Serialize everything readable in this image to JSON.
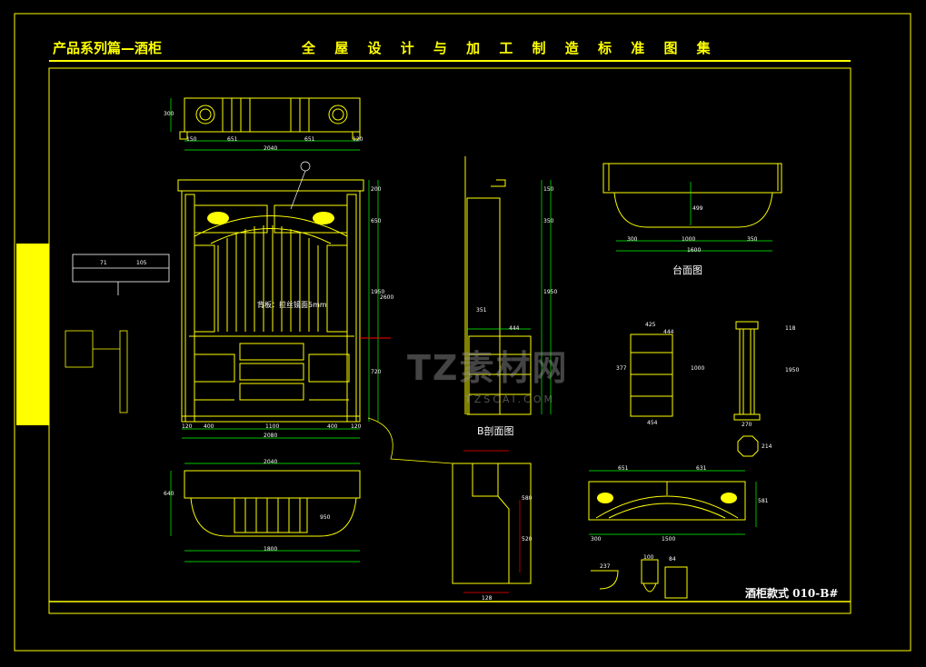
{
  "header": {
    "left_title": "产品系列篇—酒柜",
    "center_title": "全 屋 设 计 与 加 工 制 造 标 准 图 集"
  },
  "sheet": {
    "model_label": "酒柜款式  010-B#",
    "plan_caption": "台面图",
    "section_caption": "B剖面图",
    "note": "背板：拉丝镜面5mm"
  },
  "watermark": {
    "brand": "TZ素材网",
    "url": "TZSCAI.COM"
  },
  "dimensions": {
    "top_plan": [
      "150",
      "2040",
      "651",
      "651",
      "120",
      "300"
    ],
    "front_width": [
      "120",
      "400",
      "1100",
      "400",
      "120",
      "2080"
    ],
    "front_height": [
      "200",
      "650",
      "1950",
      "720",
      "2600"
    ],
    "inset": [
      "71",
      "105"
    ],
    "section_b": [
      "150",
      "350",
      "1950",
      "351",
      "444"
    ],
    "counter": [
      "300",
      "1000",
      "350",
      "1600",
      "499"
    ],
    "side_unit": [
      "425",
      "444",
      "377",
      "1000",
      "454"
    ],
    "column": [
      "118",
      "1950",
      "270",
      "214"
    ],
    "lower_plan": [
      "2040",
      "1800",
      "640",
      "950"
    ],
    "detail": [
      "128",
      "580",
      "520"
    ],
    "arch": [
      "651",
      "631",
      "1500",
      "581",
      "300"
    ],
    "bracket": [
      "100",
      "237",
      "84"
    ]
  },
  "colors": {
    "frame": "#ffff00",
    "drawing": "#ffff00",
    "dims": "#00ff00",
    "accent": "#ff0000",
    "label": "#ffffff"
  }
}
